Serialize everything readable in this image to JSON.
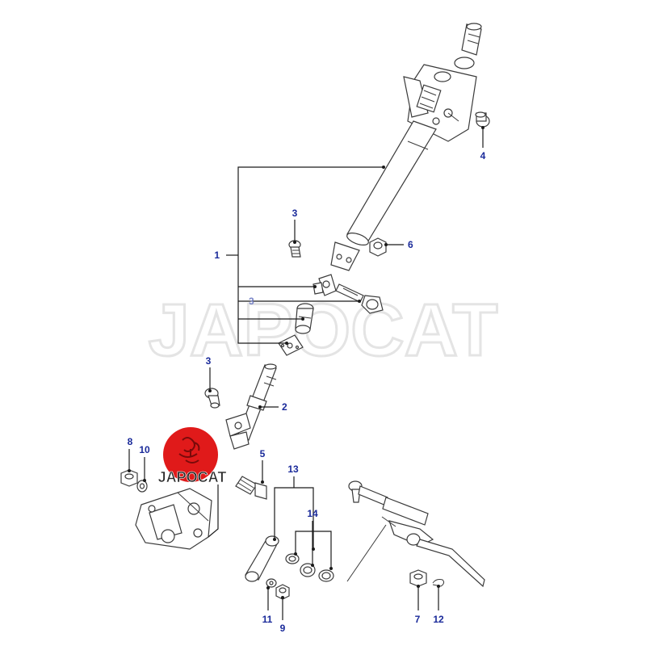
{
  "colors": {
    "callout": "#1a2a9a",
    "callout_faded": "#7a86c8",
    "logo_red": "#e01a1a",
    "watermark": "#e8e8e8",
    "line": "#1a1a1a"
  },
  "watermark": {
    "text": "JAPOCAT"
  },
  "logo": {
    "text": "JAPOCAT"
  },
  "callouts": {
    "c1": "1",
    "c2": "2",
    "c3_top": "3",
    "c3_mid": "3",
    "c3_left": "3",
    "c4": "4",
    "c5": "5",
    "c6": "6",
    "c7": "7",
    "c8": "8",
    "c9": "9",
    "c10": "10",
    "c11": "11",
    "c12": "12",
    "c13": "13",
    "c14": "14"
  }
}
